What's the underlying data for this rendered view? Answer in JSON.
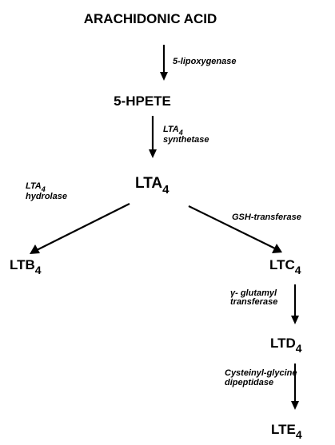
{
  "nodes": {
    "arachidonic_acid": "ARACHIDONIC ACID",
    "hpete": "5-HPETE",
    "lta": {
      "base": "LTA",
      "sub": "4"
    },
    "ltb": {
      "base": "LTB",
      "sub": "4"
    },
    "ltc": {
      "base": "LTC",
      "sub": "4"
    },
    "ltd": {
      "base": "LTD",
      "sub": "4"
    },
    "lte": {
      "base": "LTE",
      "sub": "4"
    }
  },
  "enzymes": {
    "lipoxygenase": "5-lipoxygenase",
    "lta4_synthetase": {
      "line1_base": "LTA",
      "line1_sub": "4",
      "line2": "synthetase"
    },
    "lta4_hydrolase": {
      "line1_base": "LTA",
      "line1_sub": "4",
      "line2": "hydrolase"
    },
    "gsh_transferase": "GSH-transferase",
    "glutamyl_transferase": {
      "line1": "γ- glutamyl",
      "line2": "transferase"
    },
    "dipeptidase": {
      "line1": "Cysteinyl-glycine",
      "line2": "dipeptidase"
    }
  }
}
